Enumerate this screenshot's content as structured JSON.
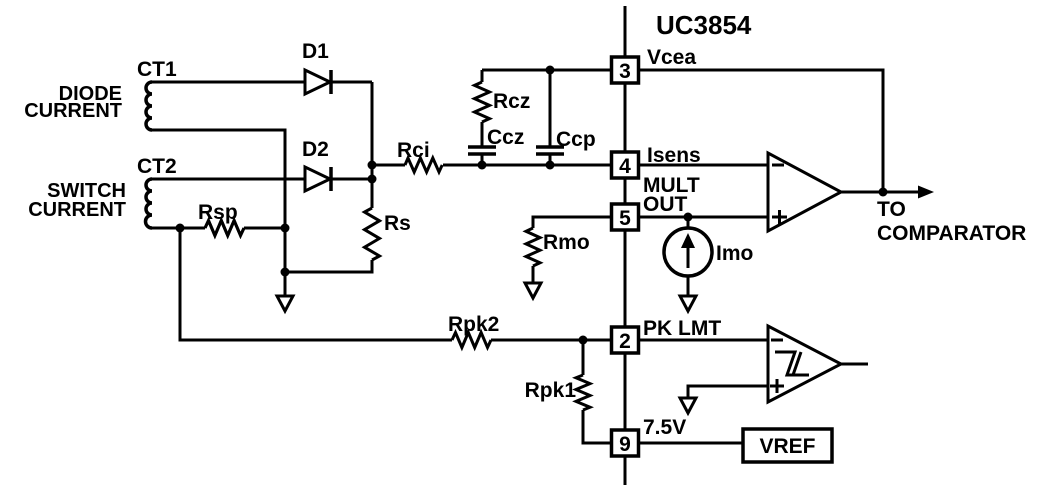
{
  "diagram": {
    "ic_name": "UC3854",
    "sources": {
      "ct1": {
        "name": "CT1",
        "desc1": "DIODE",
        "desc2": "CURRENT"
      },
      "ct2": {
        "name": "CT2",
        "desc1": "SWITCH",
        "desc2": "CURRENT"
      }
    },
    "components": {
      "d1": "D1",
      "d2": "D2",
      "rsp": "Rsp",
      "rs": "Rs",
      "rci": "Rci",
      "rcz": "Rcz",
      "ccz": "Ccz",
      "ccp": "Ccp",
      "rmo": "Rmo",
      "imo": "Imo",
      "rpk2": "Rpk2",
      "rpk1": "Rpk1"
    },
    "pins": [
      {
        "number": "3",
        "label": "Vcea"
      },
      {
        "number": "4",
        "label": "Isens"
      },
      {
        "number": "5",
        "label_line1": "MULT",
        "label_line2": "OUT"
      },
      {
        "number": "2",
        "label": "PK LMT"
      },
      {
        "number": "9",
        "label": "7.5V"
      }
    ],
    "vref_label": "VREF",
    "output": {
      "line1": "TO",
      "line2": "COMPARATOR"
    }
  }
}
